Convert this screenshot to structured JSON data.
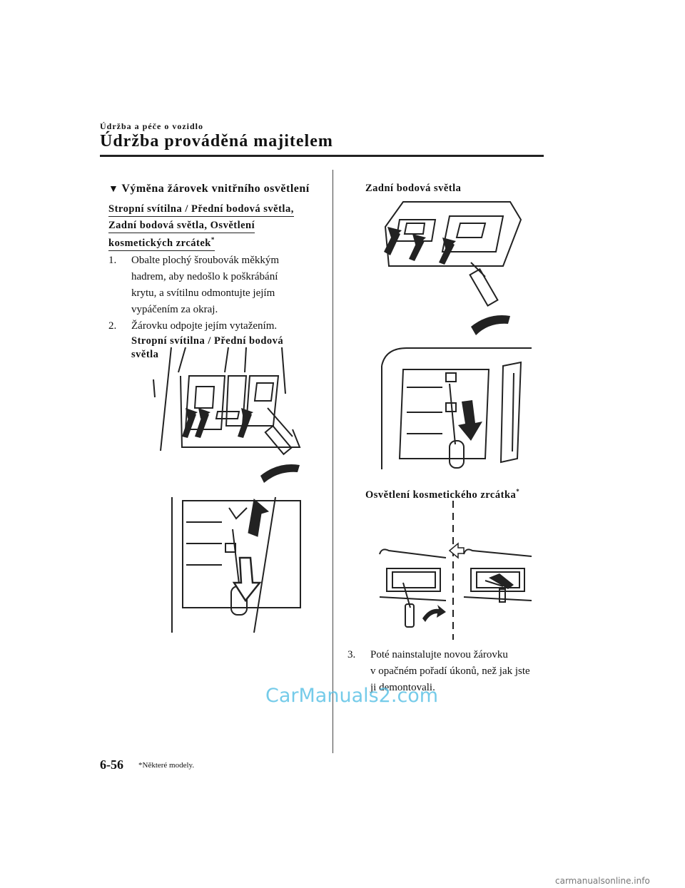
{
  "header": {
    "section_small": "Údržba a péče o vozidlo",
    "chapter_title": "Údržba prováděná majitelem"
  },
  "heading": "Výměna žárovek vnitřního osvětlení",
  "subheading": {
    "line1": "Stropní svítilna / Přední bodová světla,",
    "line2": "Zadní bodová světla, Osvětlení",
    "line3": "kosmetických zrcátek",
    "star": "*"
  },
  "steps": [
    {
      "num": "1.",
      "line1": "Obalte plochý šroubovák měkkým",
      "line2": "hadrem, aby nedošlo k poškrábání",
      "line3": "krytu, a svítilnu odmontujte jejím",
      "line4": "vypáčením za okraj."
    },
    {
      "num": "2.",
      "line1": "Žárovku odpojte jejím vytažením."
    },
    {
      "num": "3.",
      "line1": "Poté nainstalujte novou žárovku",
      "line2": "v opačném pořadí úkonů, než jak jste",
      "line3": "ji demontovali."
    }
  ],
  "captions": {
    "front_line1": "Stropní svítilna / Přední bodová",
    "front_line2": "světla",
    "rear": "Zadní bodová světla",
    "vanity": "Osvětlení kosmetického zrcátka",
    "vanity_star": "*"
  },
  "footer": {
    "page_number": "6-56",
    "footnote": "*Některé modely."
  },
  "watermarks": {
    "main": "CarManuals2.com",
    "corner": "carmanualsonline.info"
  }
}
